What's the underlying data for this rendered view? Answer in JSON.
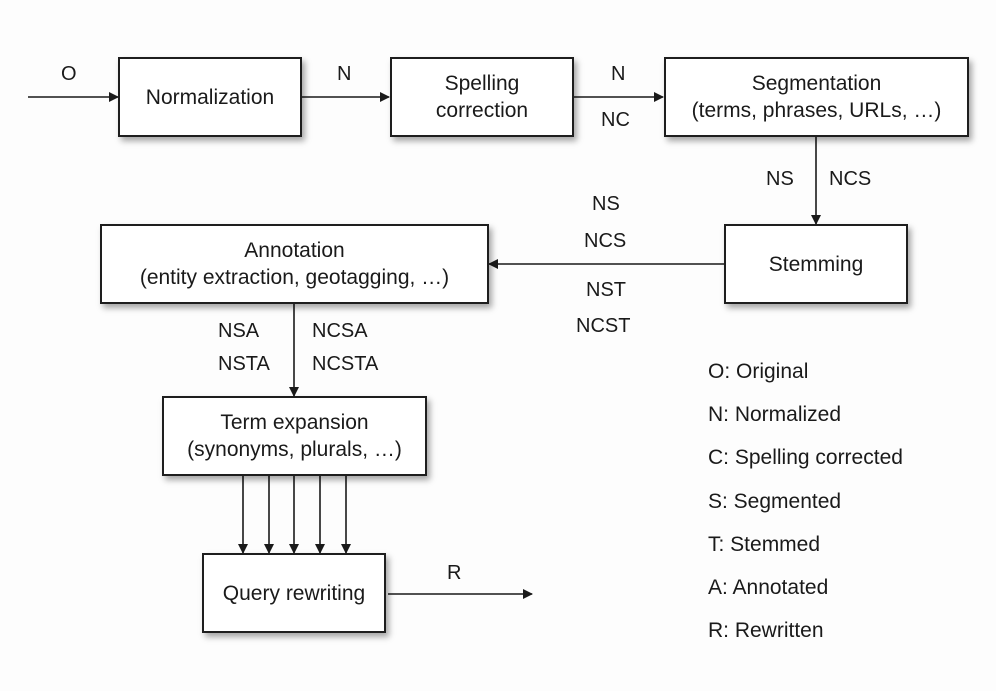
{
  "boxes": {
    "normalization": [
      "Normalization"
    ],
    "spelling": [
      "Spelling",
      "correction"
    ],
    "segmentation": [
      "Segmentation",
      "(terms, phrases, URLs, …)"
    ],
    "stemming": [
      "Stemming"
    ],
    "annotation": [
      "Annotation",
      "(entity extraction, geotagging, …)"
    ],
    "term_expansion": [
      "Term expansion",
      "(synonyms, plurals, …)"
    ],
    "query_rewriting": [
      "Query rewriting"
    ]
  },
  "edge_labels": {
    "input": "O",
    "norm_to_spell": "N",
    "spell_to_seg_top": "N",
    "spell_to_seg_bottom": "NC",
    "seg_to_stem_left": "NS",
    "seg_to_stem_right": "NCS",
    "stem_to_annot": [
      "NS",
      "NCS",
      "NST",
      "NCST"
    ],
    "annot_to_term_left": [
      "NSA",
      "NSTA"
    ],
    "annot_to_term_right": [
      "NCSA",
      "NCSTA"
    ],
    "output": "R"
  },
  "legend": [
    "O: Original",
    "N: Normalized",
    "C: Spelling corrected",
    "S: Segmented",
    "T: Stemmed",
    "A: Annotated",
    "R: Rewritten"
  ]
}
